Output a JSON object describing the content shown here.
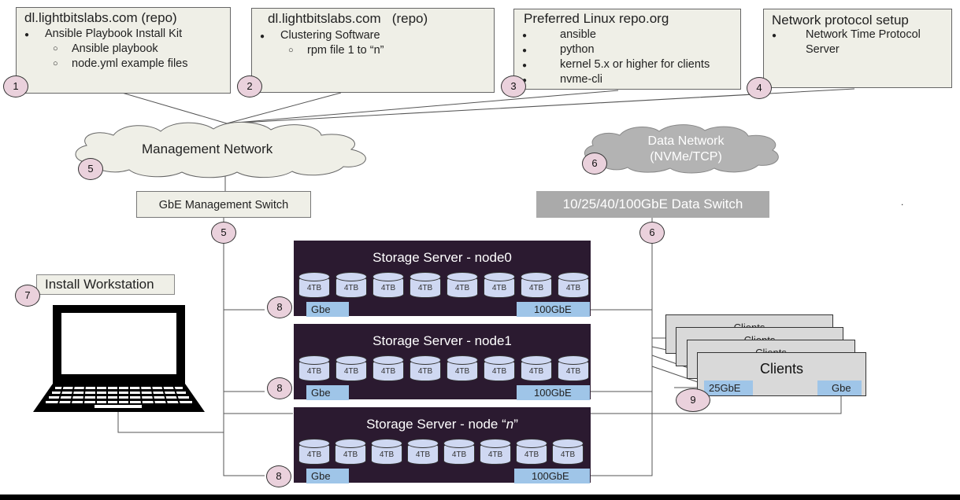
{
  "notes": [
    {
      "badge": "1",
      "title": "dl.lightbitslabs.com (repo)",
      "items": [
        {
          "level": 1,
          "text": "Ansible Playbook Install Kit"
        },
        {
          "level": 2,
          "text": "Ansible playbook"
        },
        {
          "level": 2,
          "text": "node.yml example files"
        }
      ]
    },
    {
      "badge": "2",
      "title": "dl.lightbitslabs.com   (repo)",
      "items": [
        {
          "level": 1,
          "text": "Clustering Software"
        },
        {
          "level": 2,
          "text": "rpm file 1 to “n”"
        }
      ]
    },
    {
      "badge": "3",
      "title": "Preferred Linux repo.org",
      "items": [
        {
          "level": 1,
          "text": "ansible"
        },
        {
          "level": 1,
          "text": "python"
        },
        {
          "level": 1,
          "text": "kernel 5.x or higher for clients"
        },
        {
          "level": 1,
          "text": "nvme-cli"
        }
      ]
    },
    {
      "badge": "4",
      "title": "Network protocol setup",
      "items": [
        {
          "level": 1,
          "text": "Network Time Protocol"
        },
        {
          "level": 0,
          "text": "Server"
        }
      ]
    }
  ],
  "management_network": {
    "label": "Management Network",
    "badge": "5"
  },
  "data_network": {
    "label_line1": "Data Network",
    "label_line2": "(NVMe/TCP)",
    "badge": "6"
  },
  "mgmt_switch": {
    "label": "GbE Management Switch",
    "badge": "5"
  },
  "data_switch": {
    "label": "10/25/40/100GbE Data Switch",
    "badge": "6"
  },
  "workstation": {
    "label": "Install Workstation",
    "badge": "7"
  },
  "servers": [
    {
      "title": "Storage Server - node0",
      "badge": "8",
      "disk_label": "4TB",
      "gbe_label": "Gbe",
      "data_label": "100GbE"
    },
    {
      "title": "Storage Server - node1",
      "badge": "8",
      "disk_label": "4TB",
      "gbe_label": "Gbe",
      "data_label": "100GbE"
    },
    {
      "title_prefix": "Storage Server - node “",
      "title_italic": "n",
      "title_suffix": "”",
      "badge": "8",
      "disk_label": "4TB",
      "gbe_label": "Gbe",
      "data_label": "100GbE"
    }
  ],
  "clients": {
    "title": "Clients",
    "badge": "9",
    "port_left": "25GbE",
    "port_right": "Gbe",
    "back_titles": [
      "Clients",
      "Clients",
      "Clients"
    ]
  },
  "colors": {
    "note_fill": "#efefe7",
    "badge_fill": "#ead1dc",
    "server_fill": "#2b1a30",
    "disk_fill": "#cfd8f2",
    "port_fill": "#9fc5e8",
    "data_switch_fill": "#aaaaaa",
    "data_cloud_fill": "#b3b3b3",
    "mgmt_cloud_fill": "#efefe7",
    "client_fill": "#d9d9d9"
  },
  "footer_dot": "."
}
